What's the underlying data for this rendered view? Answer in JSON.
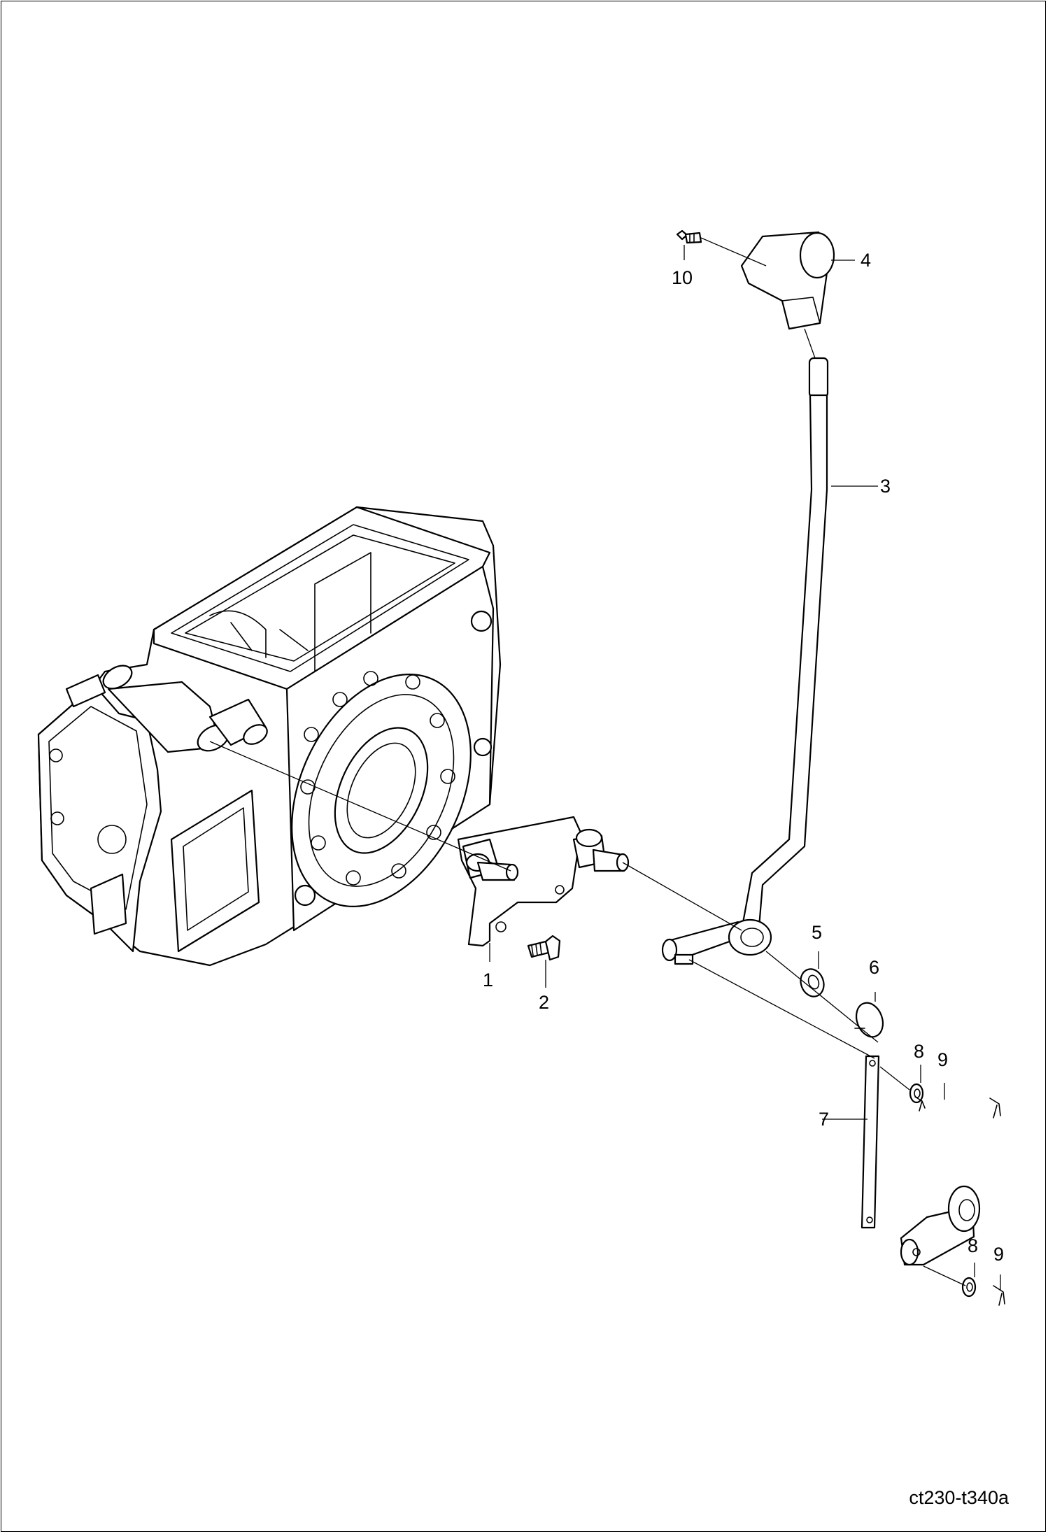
{
  "drawing_code": "ct230-t340a",
  "callouts": [
    "1",
    "2",
    "3",
    "4",
    "5",
    "6",
    "7",
    "8",
    "9",
    "10"
  ],
  "line_color": "#000000",
  "background": "#ffffff"
}
